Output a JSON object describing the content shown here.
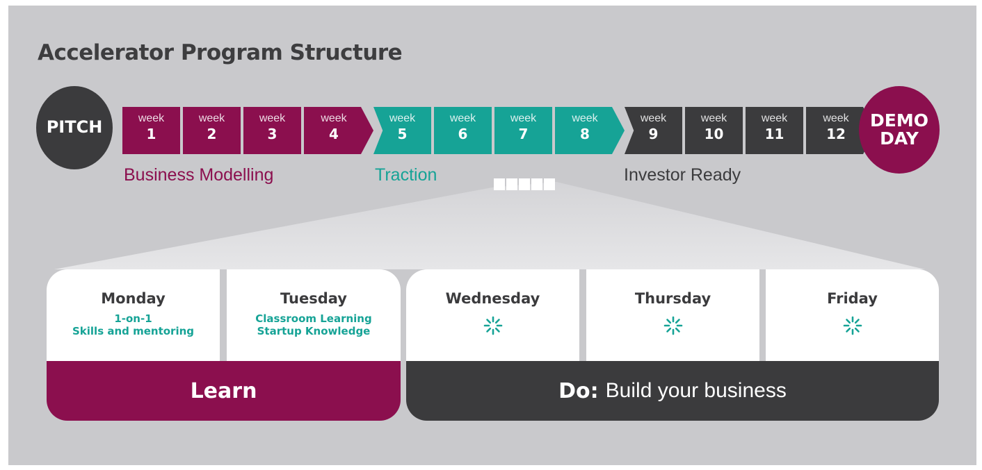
{
  "title": "Accelerator Program Structure",
  "start_label": "PITCH",
  "end_label": [
    "DEMO",
    "DAY"
  ],
  "week_word": "week",
  "weeks": [
    "1",
    "2",
    "3",
    "4",
    "5",
    "6",
    "7",
    "8",
    "9",
    "10",
    "11",
    "12"
  ],
  "phases": {
    "business": "Business Modelling",
    "traction": "Traction",
    "investor": "Investor Ready"
  },
  "days": [
    {
      "name": "Monday",
      "info": [
        "1-on-1",
        "Skills and mentoring"
      ]
    },
    {
      "name": "Tuesday",
      "info": [
        "Classroom Learning",
        "Startup Knowledge"
      ]
    },
    {
      "name": "Wednesday"
    },
    {
      "name": "Thursday"
    },
    {
      "name": "Friday"
    }
  ],
  "bands": {
    "learn": "Learn",
    "do_bold": "Do:",
    "do_text": "Build your business"
  },
  "colors": {
    "plum": "#8b0f4e",
    "teal": "#16a396",
    "dark": "#3b3b3d",
    "background": "#c9c9cc"
  }
}
